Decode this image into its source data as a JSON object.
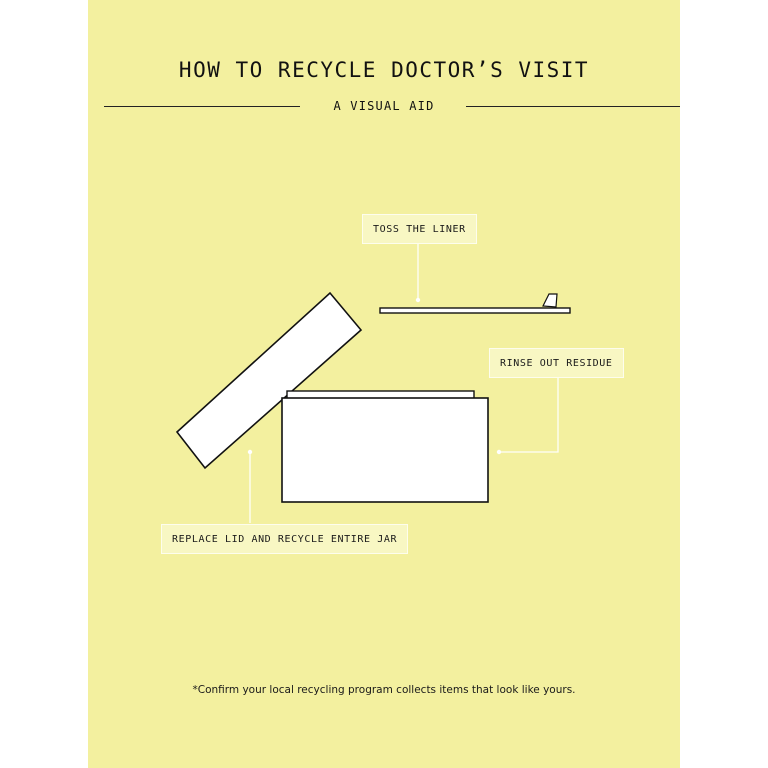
{
  "poster": {
    "title": "HOW TO RECYCLE DOCTOR’S VISIT",
    "subtitle": "A VISUAL AID",
    "background_color": "#f3f09f"
  },
  "steps": [
    {
      "label": "TOSS THE LINER"
    },
    {
      "label": "RINSE OUT RESIDUE"
    },
    {
      "label": "REPLACE LID AND RECYCLE ENTIRE JAR"
    }
  ],
  "footnote": "*Confirm your local recycling program collects items that look like yours."
}
